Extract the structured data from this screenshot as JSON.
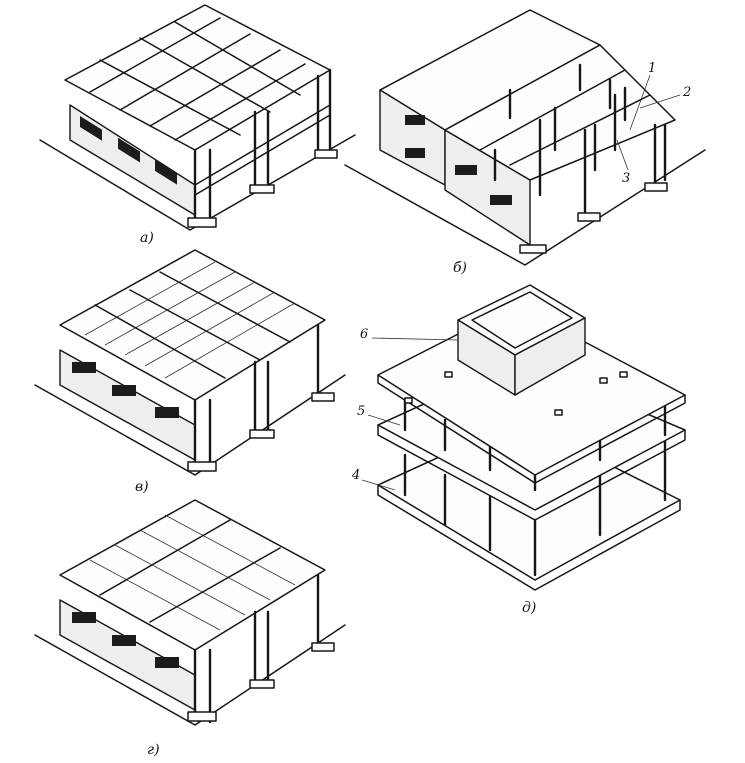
{
  "figures": [
    {
      "id": "a",
      "label": "а)"
    },
    {
      "id": "b",
      "label": "б)"
    },
    {
      "id": "v",
      "label": "в)"
    },
    {
      "id": "g",
      "label": "г)"
    },
    {
      "id": "d",
      "label": "д)"
    }
  ],
  "callouts": {
    "b": [
      "1",
      "2",
      "3"
    ],
    "d": [
      "4",
      "5",
      "6"
    ]
  },
  "colors": {
    "ink": "#161616",
    "paper": "#ffffff"
  }
}
